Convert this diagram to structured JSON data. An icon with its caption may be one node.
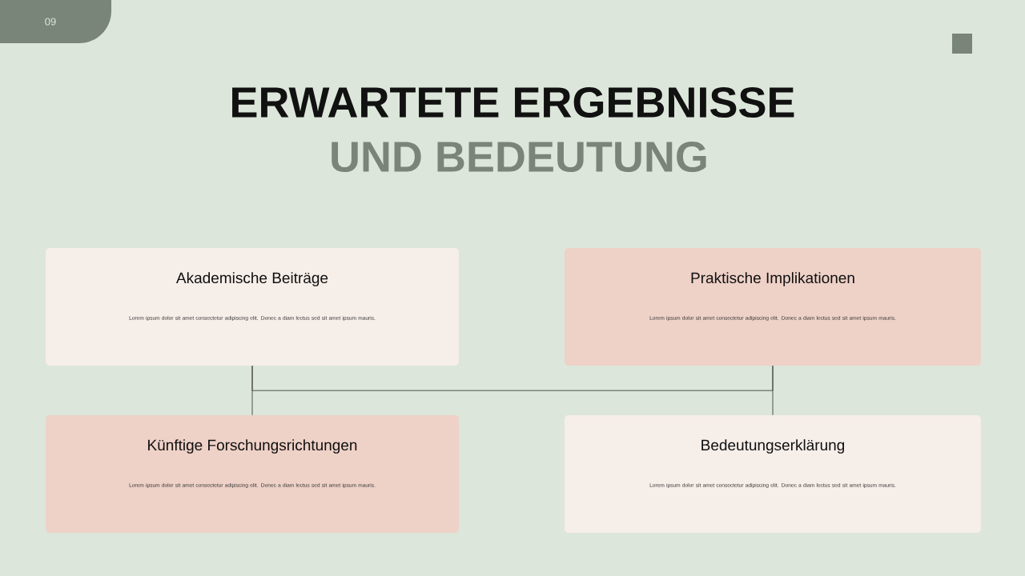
{
  "diagram": {
    "title": "ERWARTETE ERGEBNISSE",
    "nodes": [
      {
        "text": [
          "Akademische Beiträge",
          "Lorem ipsum dolor sit amet consectetur adipiscing elit. Donec a diam lectus sed sit amet ipsum mauris."
        ]
      },
      {
        "text": [
          "Praktische Implikationen",
          "Lorem ipsum dolor sit amet consectetur adipiscing elit. Donec a diam lectus sed sit amet ipsum mauris."
        ]
      },
      {
        "text": [
          "Künftige Forschungsrichtungen",
          "Lorem ipsum dolor sit amet consectetur adipiscing elit. Donec a diam lectus sed sit amet ipsum mauris."
        ]
      },
      {
        "text": [
          "Bedeutungserklärung",
          "Lorem ipsum dolor sit amet consectetur adipiscing elit. Donec a diam lectus sed sit amet ipsum mauris."
        ]
      }
    ],
    "edges": [
      {
        "from": 0,
        "to": 2,
        "arrow": "none"
      },
      {
        "from": 1,
        "to": 3,
        "arrow": "none"
      },
      {
        "from": 0,
        "to": 1,
        "arrow": "none"
      }
    ],
    "labels": [
      "UND BEDEUTUNG",
      "09"
    ]
  }
}
